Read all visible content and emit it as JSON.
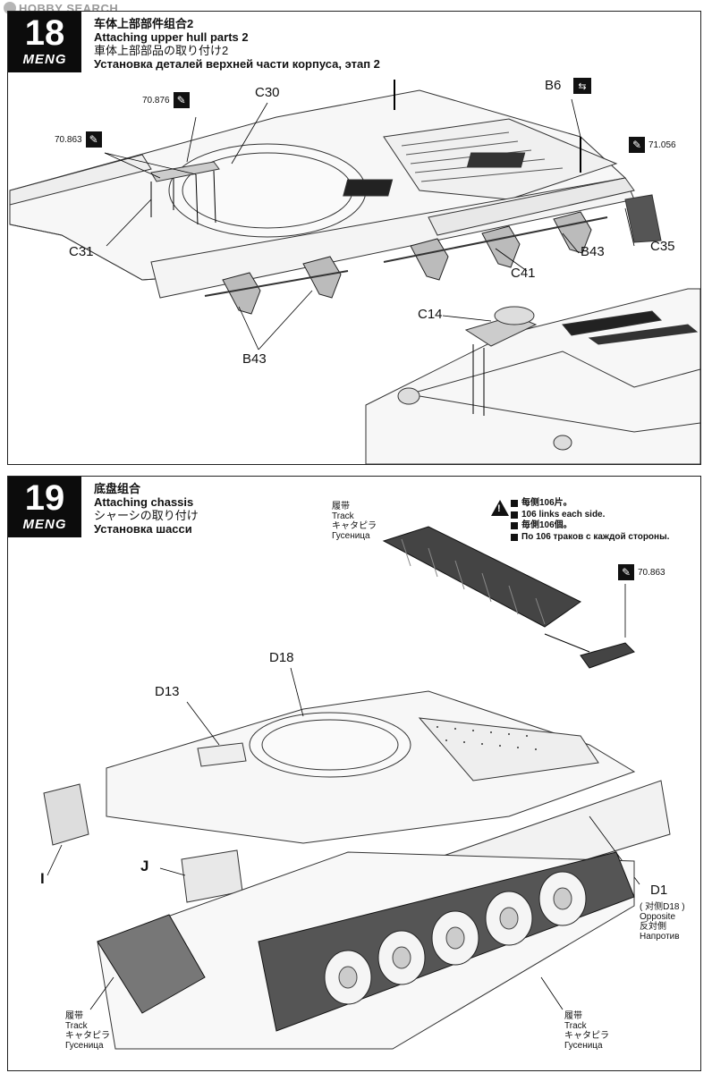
{
  "watermark": "HOBBY SEARCH",
  "step18": {
    "number": "18",
    "brand": "MENG",
    "title_zh": "车体上部部件组合2",
    "title_en": "Attaching upper hull parts 2",
    "title_ja": "車体上部部品の取り付け2",
    "title_ru": "Установка деталей верхней части корпуса, этап 2",
    "labels": {
      "c30": "C30",
      "b6": "B6",
      "c31": "C31",
      "c35": "C35",
      "b43_right": "B43",
      "c41": "C41",
      "b43_bottom": "B43",
      "c14": "C14"
    },
    "glue": {
      "g1": "70.876",
      "g2": "70.863",
      "g3": "71.056"
    }
  },
  "step19": {
    "number": "19",
    "brand": "MENG",
    "title_zh": "底盘组合",
    "title_en": "Attaching chassis",
    "title_ja": "シャーシの取り付け",
    "title_ru": "Установка шасси",
    "track_top": {
      "zh": "履带",
      "en": "Track",
      "ja": "キャタピラ",
      "ru": "Гусеница"
    },
    "note": {
      "zh": "每侧106片。",
      "en": "106 links each side.",
      "ja": "毎側106個。",
      "ru": "По 106 траков с каждой стороны."
    },
    "glue": "70.863",
    "labels": {
      "d18": "D18",
      "d13": "D13",
      "i": "I",
      "j": "J",
      "d1": "D1"
    },
    "opposite": {
      "zh": "( 对侧D18 )",
      "en": "Opposite",
      "ja": "反対側",
      "ru": "Напротив"
    },
    "track_left": {
      "zh": "履带",
      "en": "Track",
      "ja": "キャタピラ",
      "ru": "Гусеница"
    },
    "track_right": {
      "zh": "履带",
      "en": "Track",
      "ja": "キャタピラ",
      "ru": "Гусеница"
    }
  }
}
